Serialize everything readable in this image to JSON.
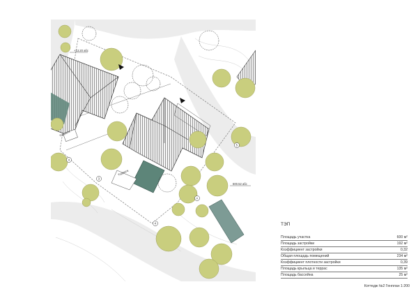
{
  "plan": {
    "elevation_left": "+13.20 абс",
    "elevation_right": "600.52 абс",
    "terrace_label_1": "Терраса",
    "terrace_label_2": "Терраса",
    "marker_4": "4",
    "marker_3": "3",
    "marker_a": "А",
    "marker_5": "5"
  },
  "tep": {
    "title": "ТЭП",
    "rows": [
      {
        "label": "Площадь участка",
        "value": "600 м²"
      },
      {
        "label": "Площадь застройки",
        "value": "192 м²"
      },
      {
        "label": "Коэффициент застройки",
        "value": "0,32"
      },
      {
        "label": "Общая площадь помещений",
        "value": "234 м²"
      },
      {
        "label": "Коэффициент плотности застройки",
        "value": "0,39"
      },
      {
        "label": "Площадь крыльца и террас",
        "value": "135 м²"
      },
      {
        "label": "Площадь бассейна",
        "value": "25 м²"
      }
    ]
  },
  "caption": "Коттедж №2 Генплан 1:200",
  "colors": {
    "tree": "#c9ce7e",
    "pool": "#5d8579",
    "pool_right": "#7d9b95",
    "road": "#ececec"
  }
}
